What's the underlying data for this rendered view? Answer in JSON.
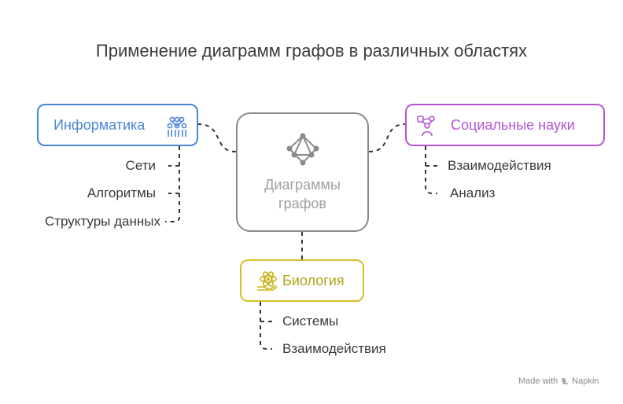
{
  "title": "Применение диаграмм графов в различных областях",
  "center": {
    "line1": "Диаграммы",
    "line2": "графов",
    "icon": "graph-network-icon"
  },
  "computer_science": {
    "label": "Информатика",
    "icon": "people-network-icon",
    "color": "#4a86d8",
    "items": [
      "Сети",
      "Алгоритмы",
      "Структуры данных"
    ]
  },
  "social_sciences": {
    "label": "Социальные науки",
    "icon": "person-connections-icon",
    "color": "#b654d8",
    "items": [
      "Взаимодействия",
      "Анализ"
    ]
  },
  "biology": {
    "label": "Биология",
    "icon": "atom-hand-icon",
    "color": "#d4c125",
    "items": [
      "Системы",
      "Взаимодействия"
    ]
  },
  "footer": {
    "made_with": "Made with",
    "brand": "Napkin"
  }
}
